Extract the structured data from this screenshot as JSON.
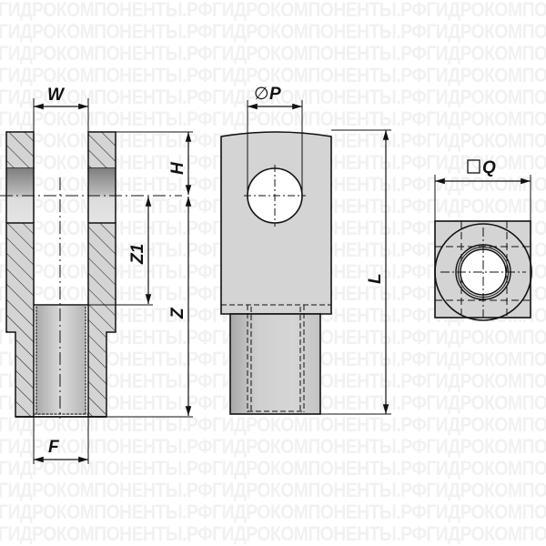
{
  "watermark": {
    "text": "ГИДРОКОМПОНЕНТЫ.РФГИДРОКОМПОНЕНТЫ.РФГИДРОКОМПОНЕНТЫ.РФ",
    "color": "#f1f1f1",
    "rows": 25
  },
  "drawing": {
    "title": "Clevis rod end technical drawing",
    "views": [
      {
        "name": "section-view",
        "description": "Side sectional view with hatched walls, pin hole band and threaded bore"
      },
      {
        "name": "front-view",
        "description": "Front view with pin hole and threaded shank"
      },
      {
        "name": "end-view",
        "description": "End view, square body with threaded bore circles"
      }
    ],
    "dimensions": {
      "W": "W",
      "F": "F",
      "H": "H",
      "Z": "Z",
      "Z1": "Z1",
      "P": "P",
      "P_symbol": "∅",
      "L": "L",
      "Q": "Q",
      "Q_symbol": "□"
    },
    "colors": {
      "body_fill": "#d4d4d4",
      "hole_band_dark": "#8e8e8e",
      "hole_band_light": "#e3e3e3",
      "bore_fill": "#c9c9c9",
      "line": "#111111",
      "background": "#ffffff"
    }
  }
}
